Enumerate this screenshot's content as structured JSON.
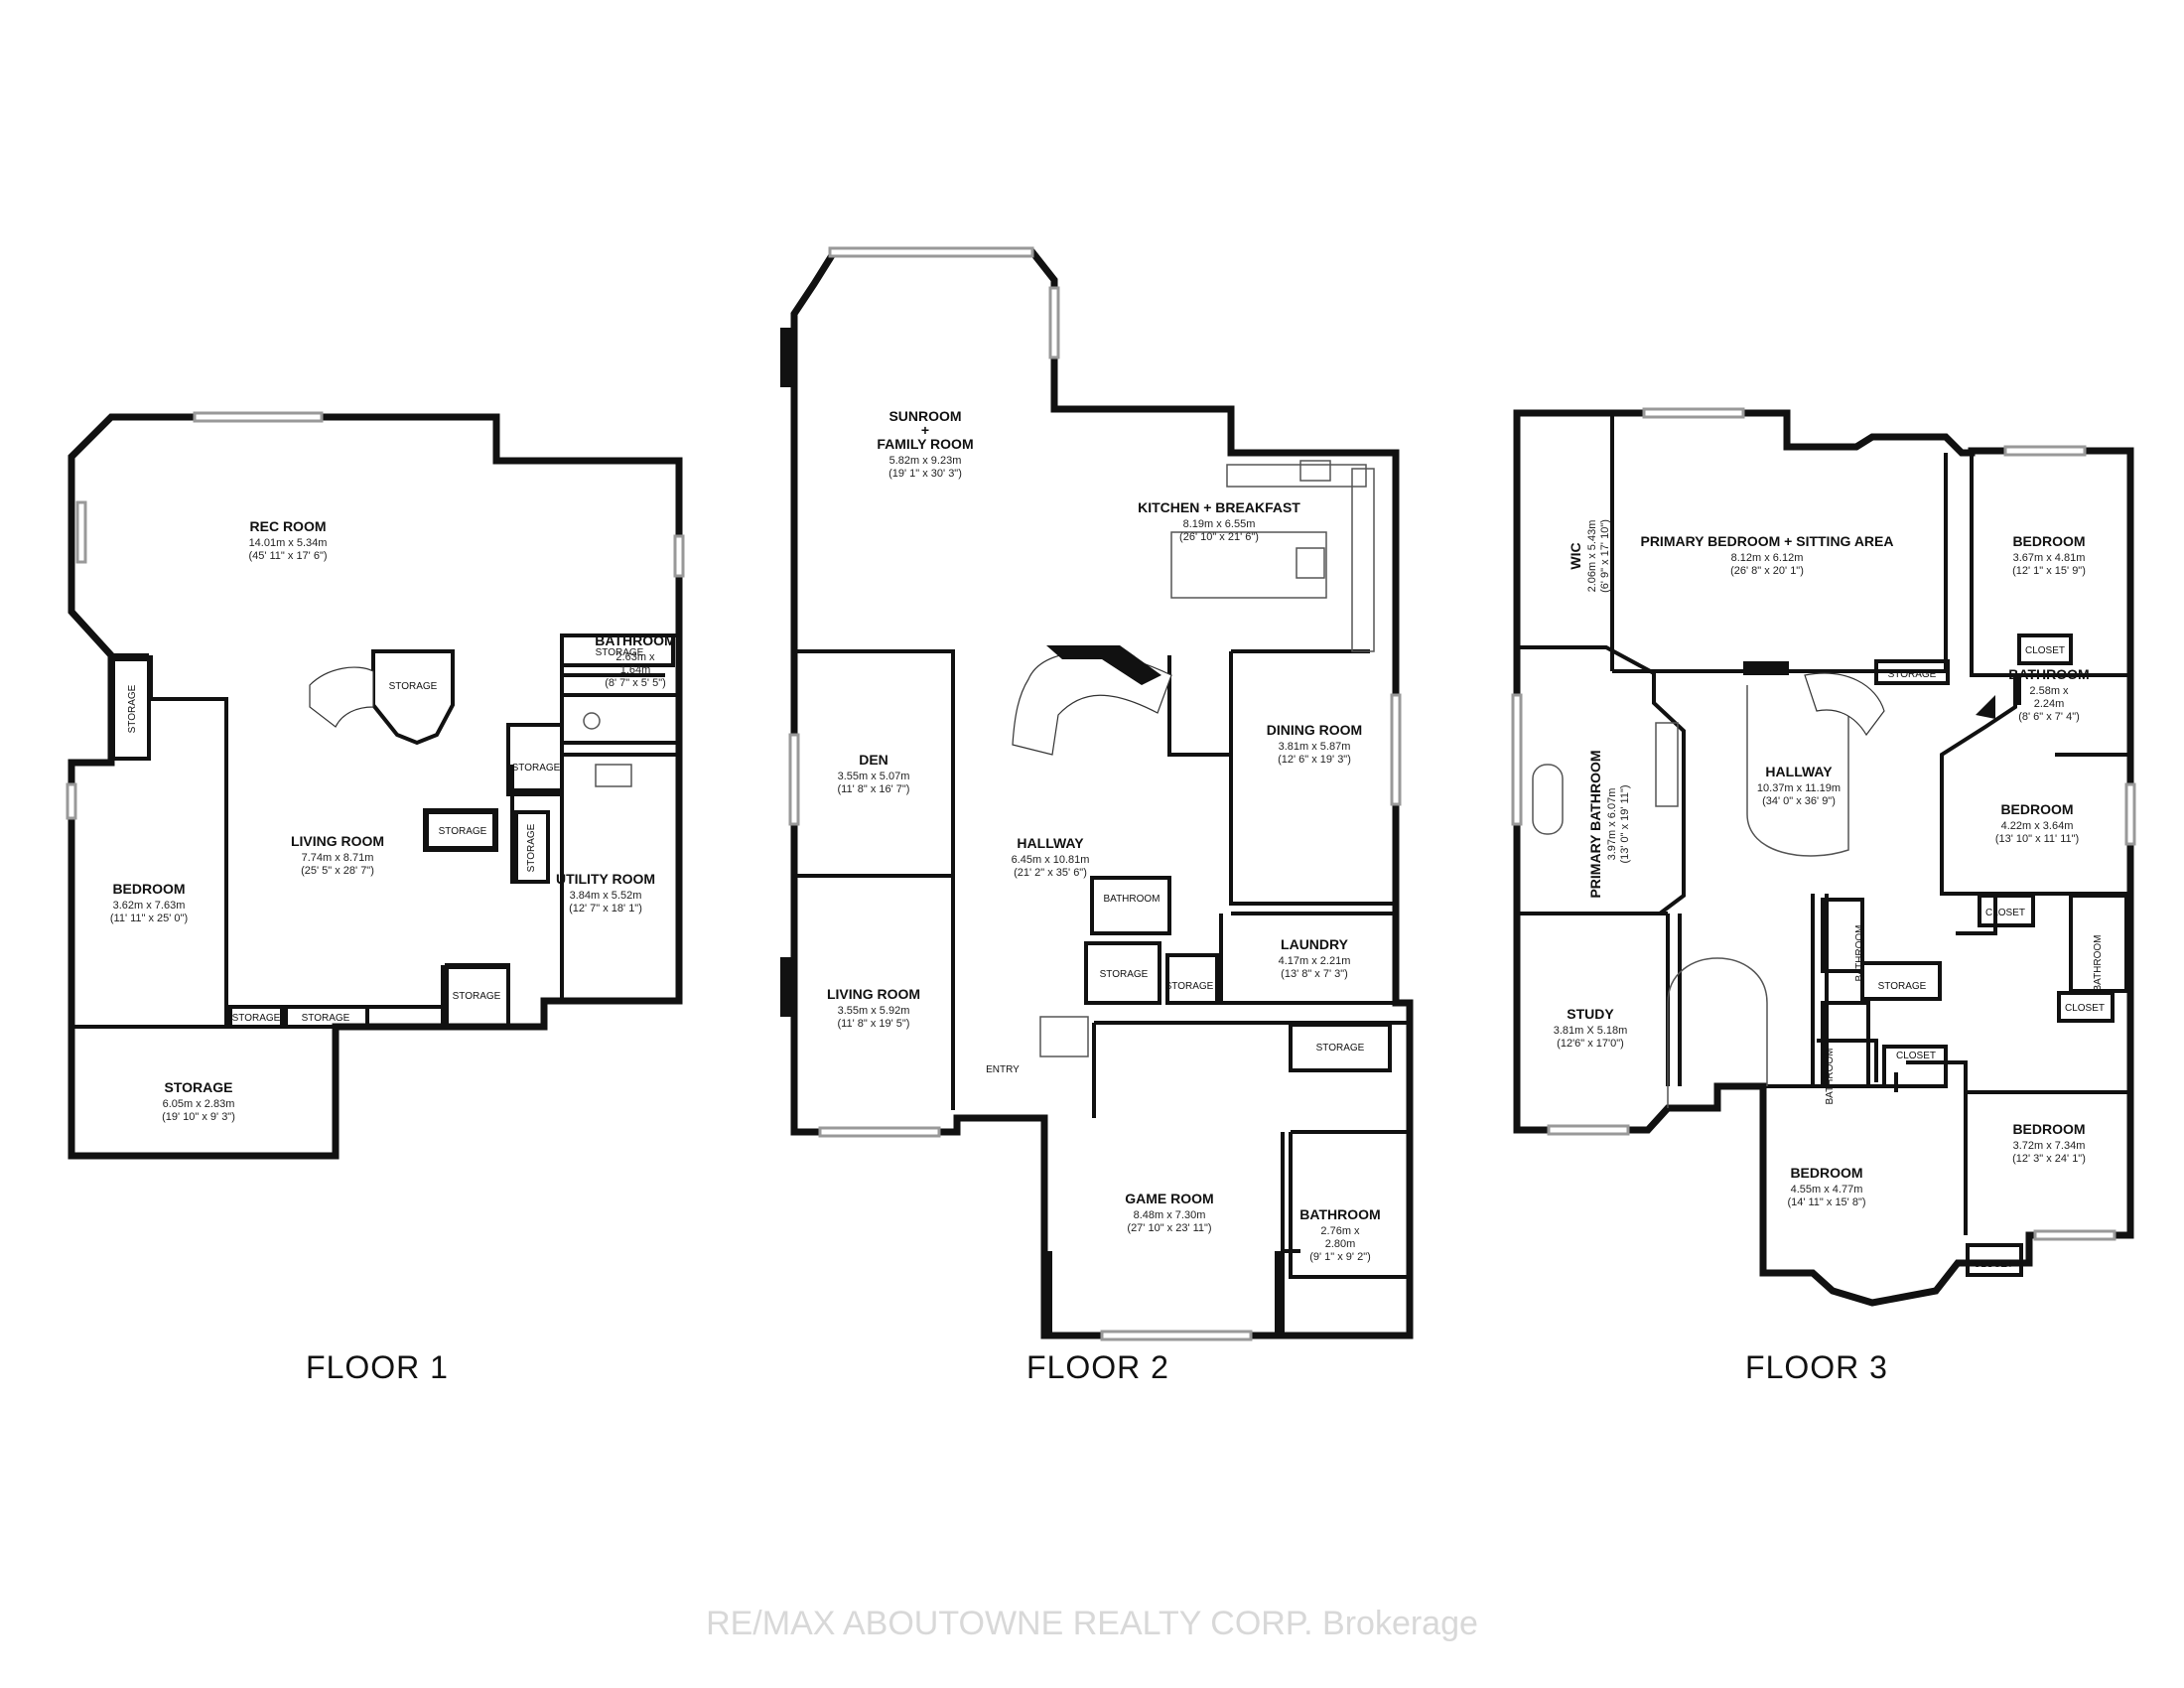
{
  "floors": [
    {
      "label": "FLOOR 1",
      "rooms": [
        {
          "name": "REC ROOM",
          "dim_m": "14.01m x 5.34m",
          "dim_ft": "(45' 11\" x 17' 6\")"
        },
        {
          "name": "LIVING ROOM",
          "dim_m": "7.74m x 8.71m",
          "dim_ft": "(25' 5\" x 28' 7\")"
        },
        {
          "name": "BEDROOM",
          "dim_m": "3.62m x 7.63m",
          "dim_ft": "(11' 11\" x 25' 0\")"
        },
        {
          "name": "BATHROOM",
          "dim_m": "2.63m x",
          "dim_ft": "1.64m"
        },
        {
          "name": "UTILITY ROOM",
          "dim_m": "3.84m x 5.52m",
          "dim_ft": "(12' 7\" x 18' 1\")"
        },
        {
          "name": "STORAGE",
          "dim_m": "6.05m x 2.83m",
          "dim_ft": "(19' 10\" x 9' 3\")"
        }
      ],
      "small": [
        "STORAGE",
        "STORAGE",
        "STORAGE",
        "STORAGE",
        "STORAGE",
        "STORAGE",
        "STORAGE",
        "STORAGE",
        "STORAGE"
      ],
      "bath_extra": "(8' 7\" x 5' 5\")"
    },
    {
      "label": "FLOOR 2",
      "rooms": [
        {
          "name": "SUNROOM",
          "plus": "+",
          "name2": "FAMILY ROOM",
          "dim_m": "5.82m x 9.23m",
          "dim_ft": "(19' 1\" x 30' 3\")"
        },
        {
          "name": "KITCHEN + BREAKFAST",
          "dim_m": "8.19m x 6.55m",
          "dim_ft": "(26' 10\" x 21' 6\")"
        },
        {
          "name": "DEN",
          "dim_m": "3.55m x 5.07m",
          "dim_ft": "(11' 8\" x 16' 7\")"
        },
        {
          "name": "HALLWAY",
          "dim_m": "6.45m x 10.81m",
          "dim_ft": "(21' 2\" x 35' 6\")"
        },
        {
          "name": "DINING ROOM",
          "dim_m": "3.81m x 5.87m",
          "dim_ft": "(12' 6\" x 19' 3\")"
        },
        {
          "name": "LIVING ROOM",
          "dim_m": "3.55m x 5.92m",
          "dim_ft": "(11' 8\" x 19' 5\")"
        },
        {
          "name": "LAUNDRY",
          "dim_m": "4.17m x 2.21m",
          "dim_ft": "(13' 8\" x 7' 3\")"
        },
        {
          "name": "GAME ROOM",
          "dim_m": "8.48m x 7.30m",
          "dim_ft": "(27' 10\" x 23' 11\")"
        },
        {
          "name": "BATHROOM",
          "dim_m": "2.76m x",
          "dim_ft": "2.80m"
        }
      ],
      "small": [
        "BATHROOM",
        "STORAGE",
        "STORAGE",
        "STORAGE",
        "ENTRY"
      ],
      "game_bath_extra": "(9' 1\" x 9' 2\")"
    },
    {
      "label": "FLOOR 3",
      "rooms": [
        {
          "name": "WIC",
          "dim_m": "2.06m x 5.43m",
          "dim_ft": "(6' 9\" x 17' 10\")"
        },
        {
          "name": "PRIMARY BEDROOM + SITTING AREA",
          "dim_m": "8.12m x 6.12m",
          "dim_ft": "(26' 8\" x 20' 1\")"
        },
        {
          "name": "BEDROOM",
          "dim_m": "3.67m x 4.81m",
          "dim_ft": "(12' 1\" x 15' 9\")"
        },
        {
          "name": "BATHROOM",
          "dim_m": "2.58m x",
          "dim_ft": "2.24m"
        },
        {
          "name": "PRIMARY BATHROOM",
          "dim_m": "3.97m x 6.07m",
          "dim_ft": "(13' 0\" x 19' 11\")"
        },
        {
          "name": "HALLWAY",
          "dim_m": "10.37m x 11.19m",
          "dim_ft": "(34' 0\" x 36' 9\")"
        },
        {
          "name": "BEDROOM",
          "dim_m": "4.22m x 3.64m",
          "dim_ft": "(13' 10\" x 11' 11\")"
        },
        {
          "name": "STUDY",
          "dim_m": "3.81m X 5.18m",
          "dim_ft": "(12'6\" x 17'0\")"
        },
        {
          "name": "BEDROOM",
          "dim_m": "4.55m x 4.77m",
          "dim_ft": "(14' 11\" x 15' 8\")"
        },
        {
          "name": "BEDROOM",
          "dim_m": "3.72m x 7.34m",
          "dim_ft": "(12' 3\" x 24' 1\")"
        }
      ],
      "small": [
        "STORAGE",
        "CLOSET",
        "CLOSET",
        "CLOSET",
        "CLOSET",
        "CLOSET",
        "STORAGE",
        "BATHROOM",
        "BATHROOM",
        "BATHROOM"
      ],
      "bath_extra": "(8' 6\" x 7' 4\")"
    }
  ],
  "watermark": "RE/MAX ABOUTOWNE REALTY CORP. Brokerage"
}
